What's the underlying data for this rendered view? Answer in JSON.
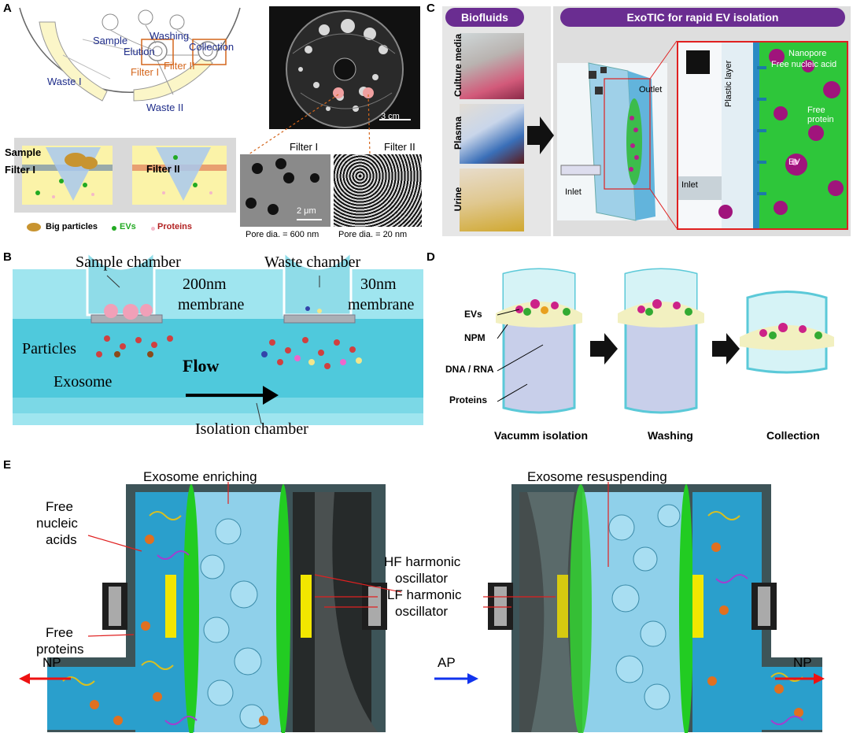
{
  "panels": {
    "a": {
      "letter": "A",
      "chip": {
        "sample": "Sample",
        "washing": "Washing",
        "elution": "Elution",
        "collection": "Collection",
        "filter1": "Filter I",
        "filter2": "Filter II",
        "waste1": "Waste I",
        "waste2": "Waste II"
      },
      "photo_scale": "3 cm",
      "schematic": {
        "sample": "Sample",
        "filter1": "Filter I",
        "filter2": "Filter II"
      },
      "legend": {
        "big_particles": "Big particles",
        "evs": "EVs",
        "proteins": "Proteins"
      },
      "sem": {
        "filter1_title": "Filter I",
        "filter2_title": "Filter II",
        "scale": "2 μm",
        "pore1": "Pore dia. = 600 nm",
        "pore2": "Pore dia. = 20 nm"
      }
    },
    "c": {
      "letter": "C",
      "biofluids_title": "Biofluids",
      "exotic_title": "ExoTIC for rapid EV isolation",
      "fluids": [
        "Culture media",
        "Plasma",
        "Urine"
      ],
      "device": {
        "outlet": "Outlet",
        "inlet": "Inlet"
      },
      "zoom": {
        "plastic_layer": "Plastic layer",
        "nanopore": "Nanopore",
        "free_nucleic_acid": "Free nucleic acid",
        "free_protein": "Free protein",
        "ev": "EV",
        "inlet": "Inlet"
      }
    },
    "b": {
      "letter": "B",
      "sample_chamber": "Sample chamber",
      "waste_chamber": "Waste chamber",
      "membrane1_size": "200nm",
      "membrane1_word": "membrane",
      "membrane2_size": "30nm",
      "membrane2_word": "membrane",
      "particles": "Particles",
      "exosome": "Exosome",
      "flow": "Flow",
      "isolation_chamber": "Isolation chamber"
    },
    "d": {
      "letter": "D",
      "labels": [
        "EVs",
        "NPM",
        "DNA / RNA",
        "Proteins"
      ],
      "steps": [
        "Vacumm isolation",
        "Washing",
        "Collection"
      ]
    },
    "e": {
      "letter": "E",
      "exosome_enriching": "Exosome enriching",
      "exosome_resuspending": "Exosome resuspending",
      "free_nucleic_acids": [
        "Free",
        "nucleic",
        "acids"
      ],
      "free_proteins": [
        "Free",
        "proteins"
      ],
      "hf_oscillator": [
        "HF harmonic",
        "oscillator"
      ],
      "lf_oscillator": [
        "LF harmonic",
        "oscillator"
      ],
      "np_left": "NP",
      "ap": "AP",
      "np_right": "NP"
    }
  },
  "colors": {
    "navy_label": "#1f2d8a",
    "orange_label": "#d4661c",
    "purple_header": "#6a2d91",
    "channel_cyan": "#4fc9dc",
    "green_membrane": "#33cc33",
    "yellow_oscillator": "#f2e600",
    "arrow_red": "#ee1111",
    "arrow_blue": "#1133ee"
  },
  "icons": [
    "arrow-right-icon",
    "chevron-arrow-icon"
  ]
}
